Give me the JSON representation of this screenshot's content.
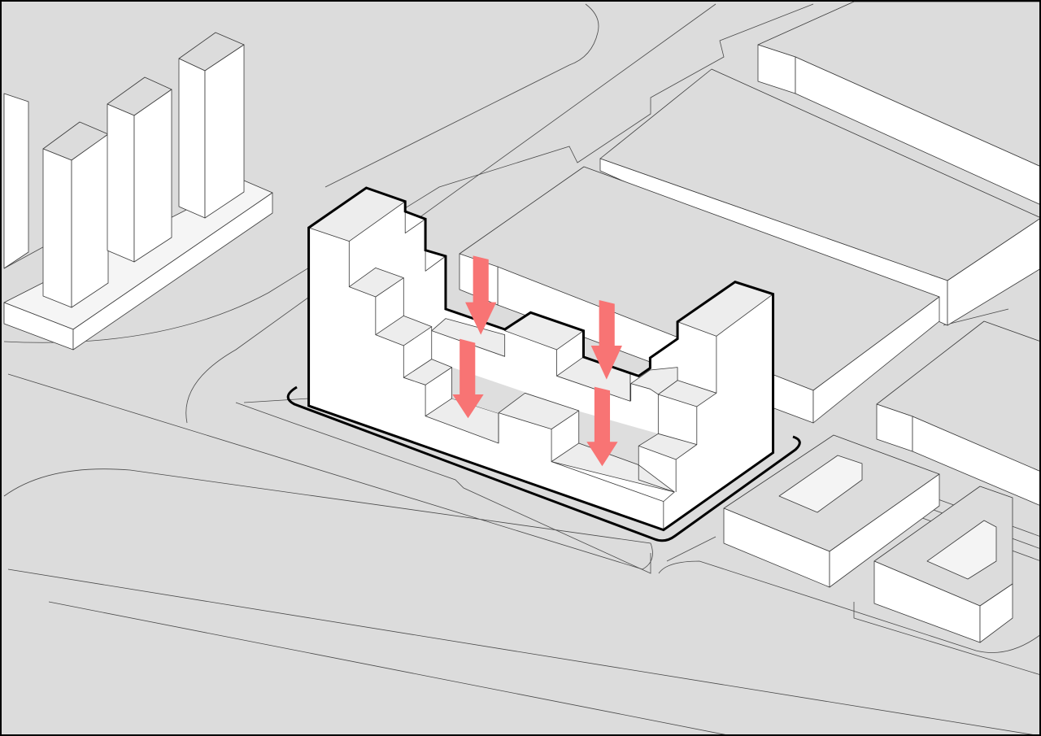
{
  "diagram": {
    "type": "axonometric-massing-diagram",
    "colors": {
      "background": "#dcdcdc",
      "building_face": "#ffffff",
      "terrace": "#ededed",
      "roof": "#dcdcdc",
      "outline": "#000000",
      "arrow": "#f87474"
    },
    "arrows": [
      {
        "name": "upper-left",
        "direction": "down"
      },
      {
        "name": "upper-right",
        "direction": "down"
      },
      {
        "name": "lower-left",
        "direction": "down"
      },
      {
        "name": "lower-right",
        "direction": "down"
      }
    ]
  }
}
